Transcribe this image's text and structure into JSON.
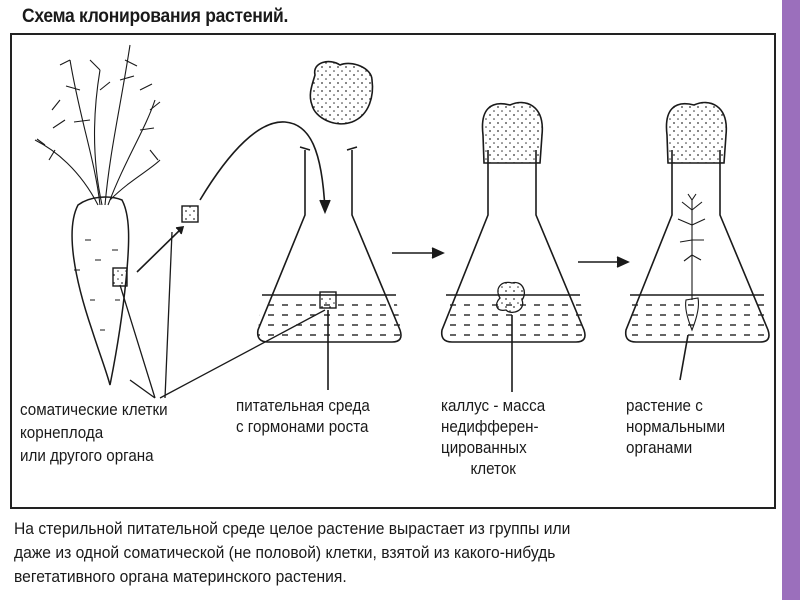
{
  "title": "Схема клонирования растений.",
  "labels": {
    "somatic": [
      "соматические клетки",
      "корнеплода",
      "или другого органа"
    ],
    "medium": [
      "питательная среда",
      "с гормонами роста"
    ],
    "callus": [
      "каллус - масса",
      "недифферен-",
      "цированных",
      "клеток"
    ],
    "plant": [
      "растение с",
      "нормальными",
      "органами"
    ]
  },
  "caption": [
    "На стерильной питательной среде целое растение вырастает из группы или",
    "даже из одной соматической (не половой) клетки, взятой из какого-нибудь",
    "вегетативного органа материнского растения."
  ],
  "colors": {
    "accent": "#9b6fbc",
    "ink": "#1a1a1a"
  }
}
